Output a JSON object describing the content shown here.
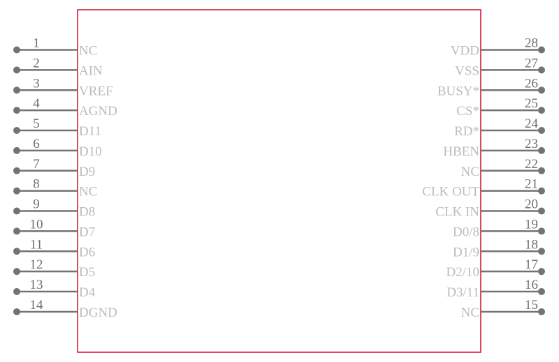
{
  "component": {
    "outline_color": "#c8102e",
    "pin_color": "#737373",
    "left_pins": [
      {
        "number": "1",
        "name": "NC"
      },
      {
        "number": "2",
        "name": "AIN"
      },
      {
        "number": "3",
        "name": "VREF"
      },
      {
        "number": "4",
        "name": "AGND"
      },
      {
        "number": "5",
        "name": "D11"
      },
      {
        "number": "6",
        "name": "D10"
      },
      {
        "number": "7",
        "name": "D9"
      },
      {
        "number": "8",
        "name": "NC"
      },
      {
        "number": "9",
        "name": "D8"
      },
      {
        "number": "10",
        "name": "D7"
      },
      {
        "number": "11",
        "name": "D6"
      },
      {
        "number": "12",
        "name": "D5"
      },
      {
        "number": "13",
        "name": "D4"
      },
      {
        "number": "14",
        "name": "DGND"
      }
    ],
    "right_pins": [
      {
        "number": "28",
        "name": "VDD"
      },
      {
        "number": "27",
        "name": "VSS"
      },
      {
        "number": "26",
        "name": "BUSY*"
      },
      {
        "number": "25",
        "name": "CS*"
      },
      {
        "number": "24",
        "name": "RD*"
      },
      {
        "number": "23",
        "name": "HBEN"
      },
      {
        "number": "22",
        "name": "NC"
      },
      {
        "number": "21",
        "name": "CLK OUT"
      },
      {
        "number": "20",
        "name": "CLK IN"
      },
      {
        "number": "19",
        "name": "D0/8"
      },
      {
        "number": "18",
        "name": "D1/9"
      },
      {
        "number": "17",
        "name": "D2/10"
      },
      {
        "number": "16",
        "name": "D3/11"
      },
      {
        "number": "15",
        "name": "NC"
      }
    ]
  }
}
